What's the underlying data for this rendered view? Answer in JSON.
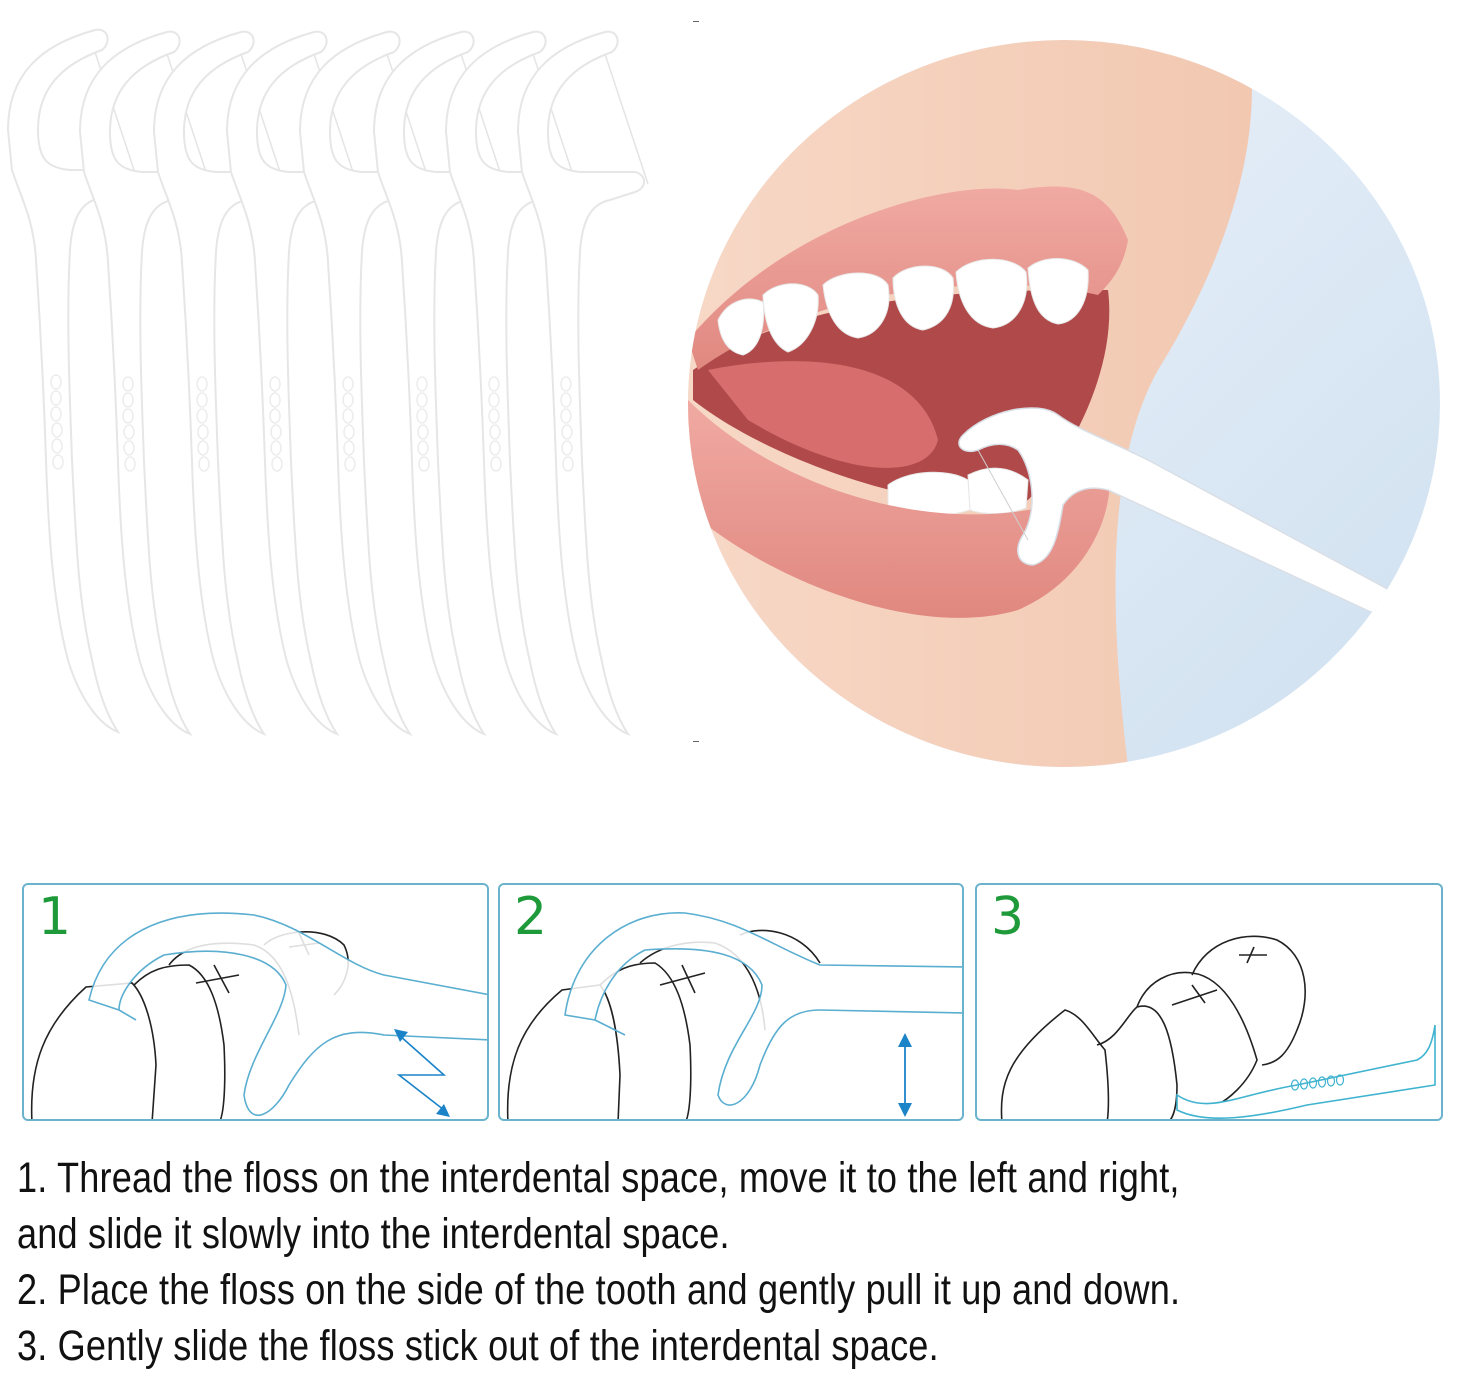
{
  "product_image": {
    "floss_picks": {
      "count": 8,
      "color": "#ffffff",
      "outline_color": "#e6e6e6"
    },
    "photo": {
      "subject": "woman-using-floss-pick",
      "background": "#dbe9f5",
      "lip_color": "#e89a94",
      "skin_color": "#f5d2be"
    }
  },
  "steps": [
    {
      "number": "1",
      "arrow": "zigzag-left-right",
      "number_color": "#1f9a3a"
    },
    {
      "number": "2",
      "arrow": "up-down",
      "number_color": "#1f9a3a"
    },
    {
      "number": "3",
      "arrow": "none",
      "number_color": "#1f9a3a"
    }
  ],
  "colors": {
    "frame_border": "#6bb3cc",
    "pick_outline": "#5aaed0",
    "arrow": "#1b84c9",
    "tooth_line": "#222222",
    "text": "#111111"
  },
  "instructions": [
    "1. Thread the floss on the interdental space, move it to the left and right,",
    "and slide it slowly into the interdental space.",
    "2. Place the floss on the side of the tooth and gently pull it up and down.",
    "3. Gently slide the floss stick out of the interdental space."
  ]
}
